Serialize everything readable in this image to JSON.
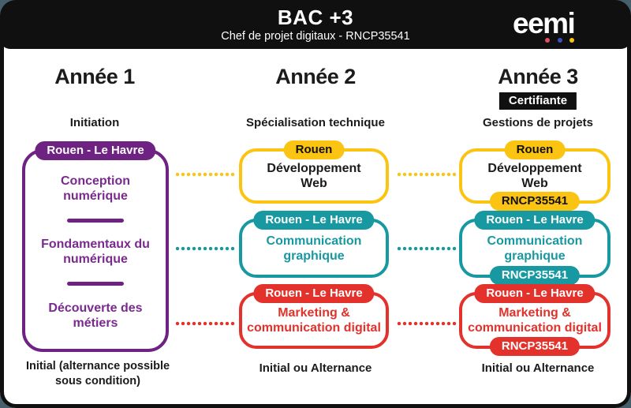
{
  "colors": {
    "background": "#46606B",
    "card": "#FFFFFF",
    "black": "#101010",
    "purple": "#6E2382",
    "yellow": "#FBC413",
    "teal": "#1898A0",
    "red": "#E3312B",
    "logo_dots": [
      "#E14F63",
      "#3D51C4",
      "#FBC413"
    ]
  },
  "header": {
    "title": "BAC +3",
    "subtitle": "Chef de projet digitaux - RNCP35541",
    "logo_text": "eemi"
  },
  "columns": [
    {
      "title": "Année 1",
      "subtitle": "Initiation",
      "footer": "Initial (alternance possible sous condition)",
      "box": {
        "pill": "Rouen - Le Havre",
        "items": [
          "Conception numérique",
          "Fondamentaux du numérique",
          "Découverte des métiers"
        ]
      }
    },
    {
      "title": "Année 2",
      "subtitle": "Spécialisation technique",
      "footer": "Initial ou Alternance",
      "boxes": [
        {
          "pill": "Rouen",
          "label": "Développement Web"
        },
        {
          "pill": "Rouen - Le Havre",
          "label": "Communication graphique"
        },
        {
          "pill": "Rouen - Le Havre",
          "label": "Marketing & communication digital"
        }
      ]
    },
    {
      "title": "Année 3",
      "badge": "Certifiante",
      "subtitle": "Gestions de projets",
      "footer": "Initial ou Alternance",
      "boxes": [
        {
          "pill": "Rouen",
          "label": "Développement Web",
          "rncp": "RNCP35541"
        },
        {
          "pill": "Rouen - Le Havre",
          "label": "Communication graphique",
          "rncp": "RNCP35541"
        },
        {
          "pill": "Rouen - Le Havre",
          "label": "Marketing & communication digital",
          "rncp": "RNCP35541"
        }
      ]
    }
  ]
}
